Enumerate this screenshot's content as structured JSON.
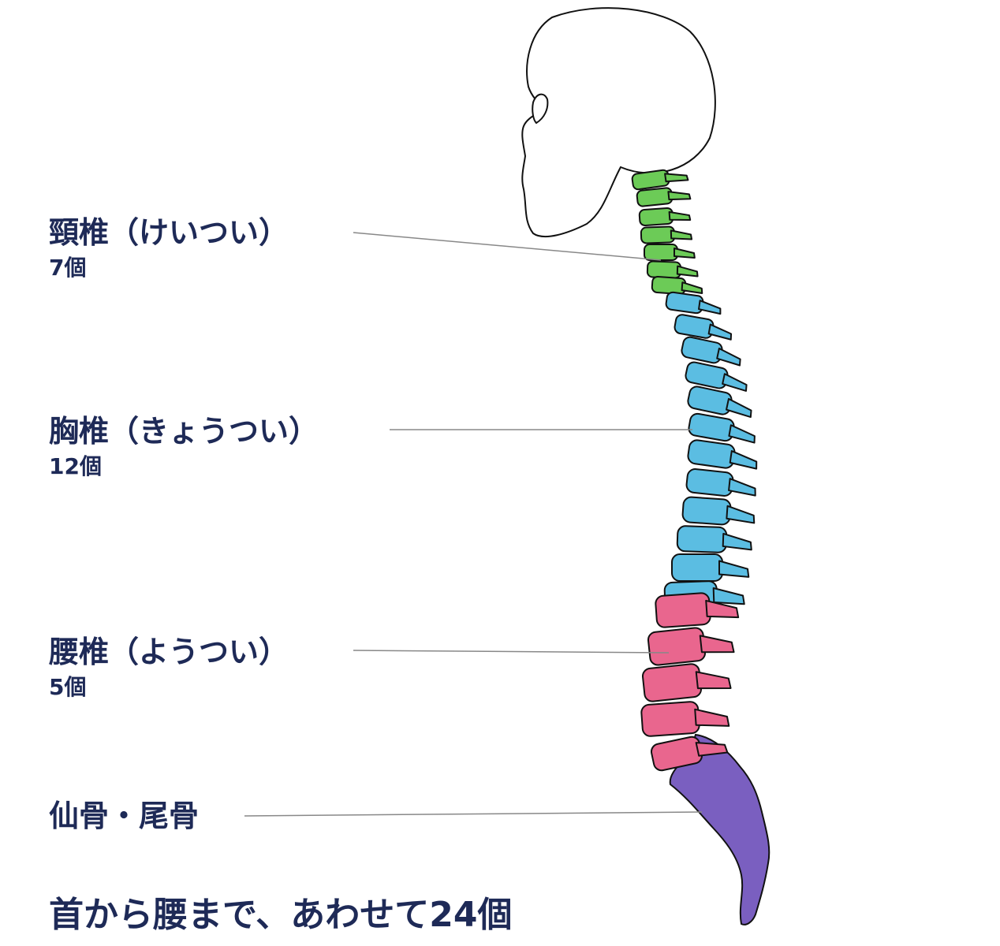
{
  "labels": {
    "cervical": {
      "name": "頸椎（けいつい）",
      "count": "7個",
      "color": "#6ccb57"
    },
    "thoracic": {
      "name": "胸椎（きょうつい）",
      "count": "12個",
      "color": "#5bbde2"
    },
    "lumbar": {
      "name": "腰椎（ようつい）",
      "count": "5個",
      "color": "#e9668e"
    },
    "sacrum": {
      "name": "仙骨・尾骨",
      "color": "#7a5fc0"
    }
  },
  "summary": "首から腰まで、あわせて24個",
  "colors": {
    "text": "#1e2a57",
    "leader_line": "#888888",
    "outline": "#111111"
  }
}
